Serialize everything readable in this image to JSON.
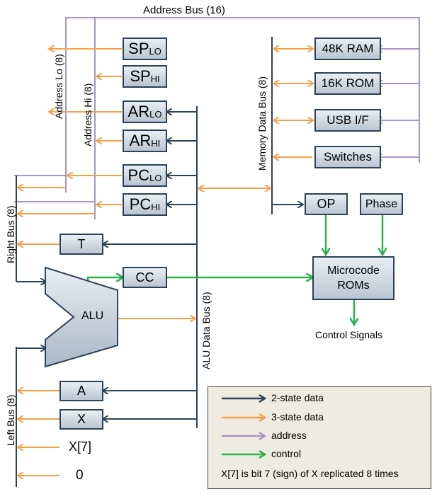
{
  "colors": {
    "two_state": "#2b4257",
    "three_state": "#f7a046",
    "address": "#a994c8",
    "control": "#2bb24a"
  },
  "buses": {
    "address_bus": "Address Bus (16)",
    "address_lo": "Address Lo (8)",
    "address_hi": "Address Hi (8)",
    "memory_data_bus": "Memory Data Bus (8)",
    "alu_data_bus": "ALU Data Bus (8)",
    "right_bus": "Right Bus (8)",
    "left_bus": "Left Bus (8)"
  },
  "registers": {
    "sp_lo": {
      "main": "SP",
      "sub": "LO"
    },
    "sp_hi": {
      "main": "SP",
      "sub": "HI"
    },
    "ar_lo": {
      "main": "AR",
      "sub": "LO"
    },
    "ar_hi": {
      "main": "AR",
      "sub": "HI"
    },
    "pc_lo": {
      "main": "PC",
      "sub": "LO"
    },
    "pc_hi": {
      "main": "PC",
      "sub": "HI"
    },
    "t": "T",
    "cc": "CC",
    "a": "A",
    "x": "X",
    "op": "OP",
    "phase": "Phase"
  },
  "memory": {
    "ram": "48K RAM",
    "rom": "16K ROM",
    "usb": "USB I/F",
    "switches": "Switches"
  },
  "alu": "ALU",
  "microcode": {
    "line1": "Microcode",
    "line2": "ROMs"
  },
  "control_signals": "Control Signals",
  "left_inputs": {
    "x7": "X[7]",
    "zero": "0"
  },
  "legend": {
    "items": [
      {
        "label": "2-state data",
        "kind": "two_state"
      },
      {
        "label": "3-state data",
        "kind": "three_state"
      },
      {
        "label": "address",
        "kind": "address"
      },
      {
        "label": "control",
        "kind": "control"
      }
    ],
    "note": "X[7] is bit 7 (sign) of X replicated 8 times"
  }
}
